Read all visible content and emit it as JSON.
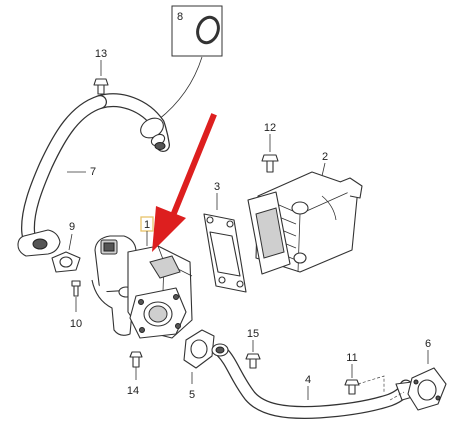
{
  "callouts": {
    "c1": "1",
    "c2": "2",
    "c3": "3",
    "c4": "4",
    "c5": "5",
    "c6": "6",
    "c7": "7",
    "c8": "8",
    "c9": "9",
    "c10": "10",
    "c11": "11",
    "c12": "12",
    "c13": "13",
    "c14": "14",
    "c15": "15"
  },
  "colors": {
    "arrow": "#dd1f1f",
    "highlight_box": "#e8c36a",
    "line": "#333333"
  }
}
